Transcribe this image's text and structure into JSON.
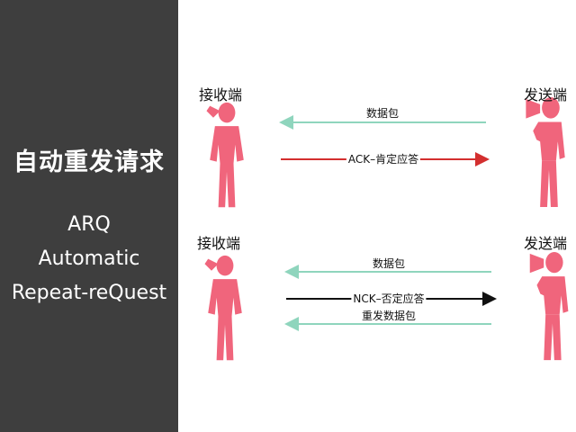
{
  "sidebar": {
    "title": "自动重发请求",
    "subtitle_lines": [
      "ARQ",
      "Automatic",
      "Repeat-reQuest"
    ]
  },
  "colors": {
    "sidebar_bg": "#3e3e3e",
    "person": "#f0657c",
    "arrow_data": "#8fd5bd",
    "arrow_ack": "#d32f2f",
    "arrow_nck": "#111111"
  },
  "diagram": {
    "top": {
      "receiver_label": "接收端",
      "sender_label": "发送端",
      "arrows": [
        {
          "label": "数据包",
          "direction": "left",
          "kind": "data"
        },
        {
          "label": "ACK–肯定应答",
          "direction": "right",
          "kind": "ack"
        }
      ]
    },
    "bottom": {
      "receiver_label": "接收端",
      "sender_label": "发送端",
      "arrows": [
        {
          "label": "数据包",
          "direction": "left",
          "kind": "data"
        },
        {
          "label": "NCK–否定应答",
          "direction": "right",
          "kind": "nck"
        },
        {
          "label": "重发数据包",
          "direction": "left",
          "kind": "data"
        }
      ]
    }
  }
}
